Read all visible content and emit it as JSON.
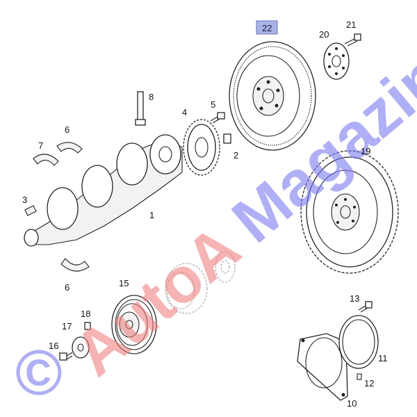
{
  "diagram": {
    "callouts": {
      "c1": "1",
      "c2": "2",
      "c3": "3",
      "c4": "4",
      "c5": "5",
      "c6a": "6",
      "c6b": "6",
      "c7": "7",
      "c8": "8",
      "c10": "10",
      "c11": "11",
      "c12": "12",
      "c13": "13",
      "c15": "15",
      "c16": "16",
      "c17": "17",
      "c18": "18",
      "c19": "19",
      "c20": "20",
      "c21": "21",
      "c22": "22"
    },
    "highlight_color": "#a9b3e6",
    "watermark": {
      "brand": "AutoA Magazin",
      "copyright_symbol": "©",
      "color_red": "#f08080",
      "color_blue": "#7b7bf0"
    }
  }
}
